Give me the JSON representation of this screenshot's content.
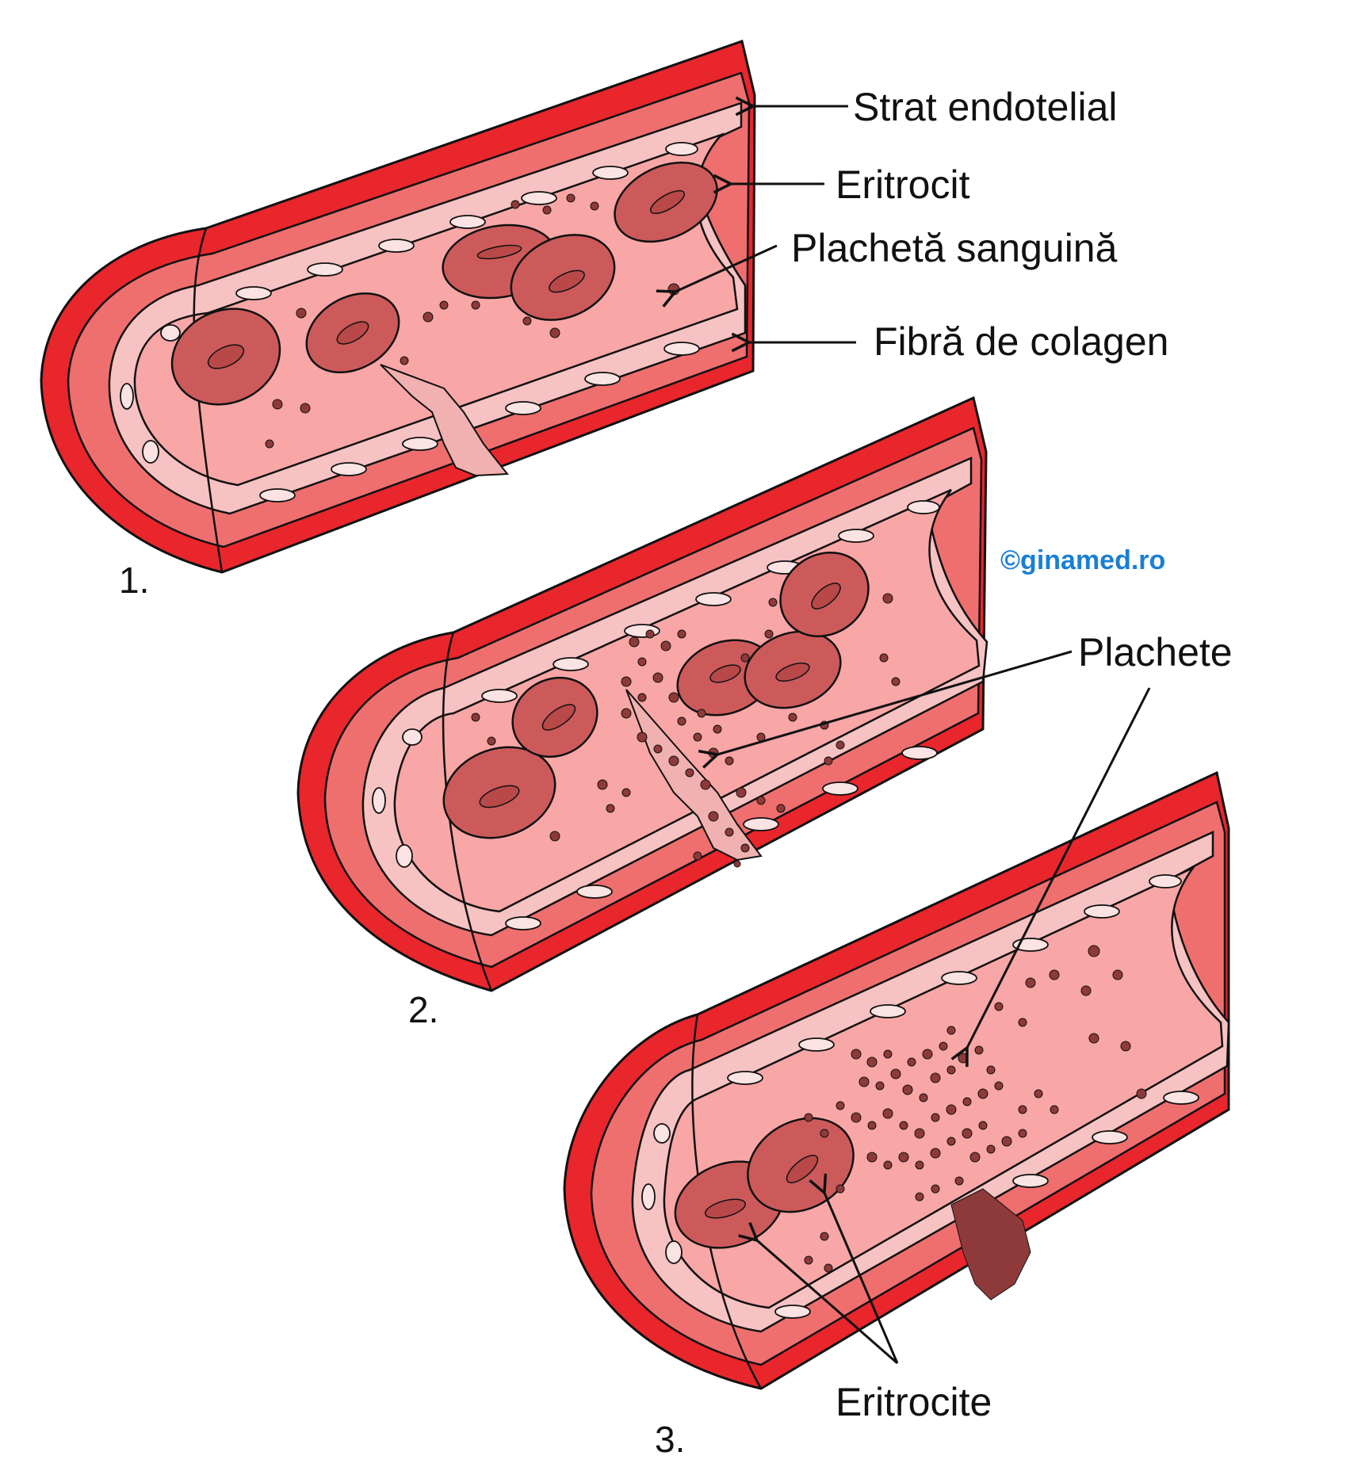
{
  "labels": {
    "endothelial": "Strat endotelial",
    "erythrocyte": "Eritrocit",
    "platelet": "Plachetă sanguină",
    "collagen": "Fibră de colagen",
    "platelets": "Plachete",
    "erythrocytes": "Eritrocite"
  },
  "stages": [
    "1.",
    "2.",
    "3."
  ],
  "watermark": "©ginamed.ro",
  "colors": {
    "outer_wall": "#e8262c",
    "muscle": "#ef6f6f",
    "endothelium": "#f7c2c2",
    "lumen": "#f9a6a6",
    "erythrocyte": "#cd5a5a",
    "platelet": "#8e3a3a",
    "watermark": "#1a7fd4"
  }
}
